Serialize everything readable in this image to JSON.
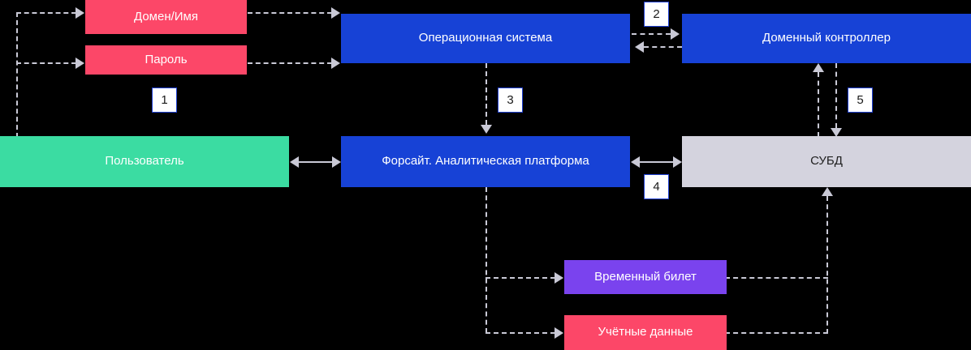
{
  "diagram": {
    "title": "",
    "background_color": "#000000",
    "connector_color": "#c9c9d6",
    "nodes": [
      {
        "id": "domain_name",
        "label": "Домен/Имя",
        "color": "#fc4768",
        "text_color": "#ffffff"
      },
      {
        "id": "password",
        "label": "Пароль",
        "color": "#fc4768",
        "text_color": "#ffffff"
      },
      {
        "id": "os",
        "label": "Операционная система",
        "color": "#1742d6",
        "text_color": "#ffffff"
      },
      {
        "id": "domain_ctrl",
        "label": "Доменный контроллер",
        "color": "#1742d6",
        "text_color": "#ffffff"
      },
      {
        "id": "user",
        "label": "Пользователь",
        "color": "#3bdca2",
        "text_color": "#ffffff"
      },
      {
        "id": "platform",
        "label": "Форсайт. Аналитическая платформа",
        "color": "#1742d6",
        "text_color": "#ffffff"
      },
      {
        "id": "dbms",
        "label": "СУБД",
        "color": "#d4d3de",
        "text_color": "#222222"
      },
      {
        "id": "temp_ticket",
        "label": "Временный билет",
        "color": "#7a43ee",
        "text_color": "#ffffff"
      },
      {
        "id": "credentials",
        "label": "Учётные данные",
        "color": "#fc4768",
        "text_color": "#ffffff"
      }
    ],
    "step_badges": [
      {
        "id": "step-1",
        "label": "1"
      },
      {
        "id": "step-2",
        "label": "2"
      },
      {
        "id": "step-3",
        "label": "3"
      },
      {
        "id": "step-4",
        "label": "4"
      },
      {
        "id": "step-5",
        "label": "5"
      }
    ]
  }
}
